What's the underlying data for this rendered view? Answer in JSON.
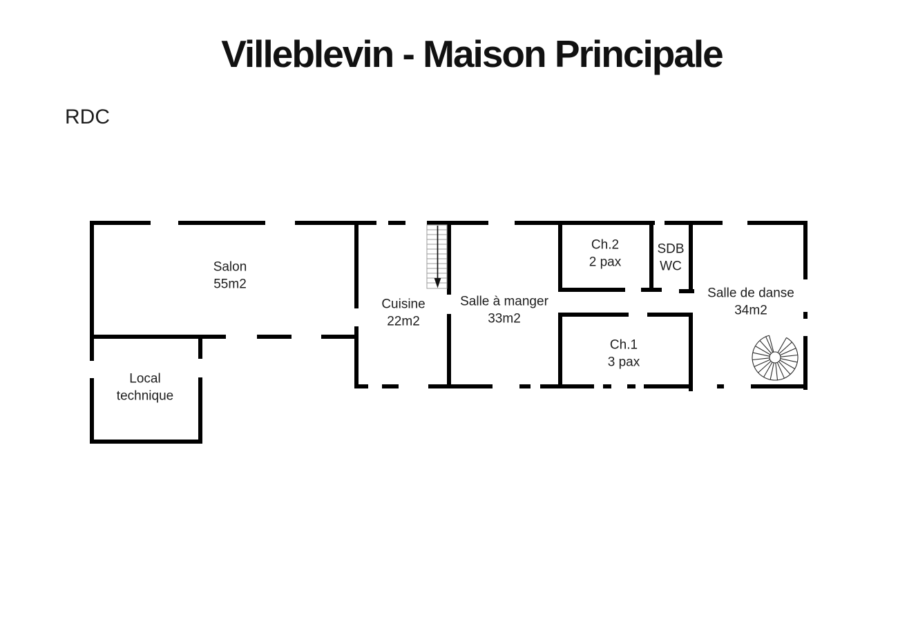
{
  "header": {
    "title": "Villeblevin - Maison Principale",
    "floor_label": "RDC"
  },
  "rooms": [
    {
      "id": "salon",
      "line1": "Salon",
      "line2": "55m2"
    },
    {
      "id": "local-technique",
      "line1": "Local",
      "line2": "technique"
    },
    {
      "id": "cuisine",
      "line1": "Cuisine",
      "line2": "22m2"
    },
    {
      "id": "salle-a-manger",
      "line1": "Salle à manger",
      "line2": "33m2"
    },
    {
      "id": "ch2",
      "line1": "Ch.2",
      "line2": "2 pax"
    },
    {
      "id": "sdb-wc",
      "line1": "SDB",
      "line2": "WC"
    },
    {
      "id": "ch1",
      "line1": "Ch.1",
      "line2": "3 pax"
    },
    {
      "id": "salle-de-danse",
      "line1": "Salle de danse",
      "line2": "34m2"
    }
  ],
  "icons": {
    "stairs_down": "straight-stairs-down-arrow",
    "spiral_staircase": "spiral-staircase"
  },
  "colors": {
    "wall": "#000000",
    "text": "#1d1d1d",
    "stair_lines": "#9b9b9b",
    "background": "#ffffff"
  }
}
